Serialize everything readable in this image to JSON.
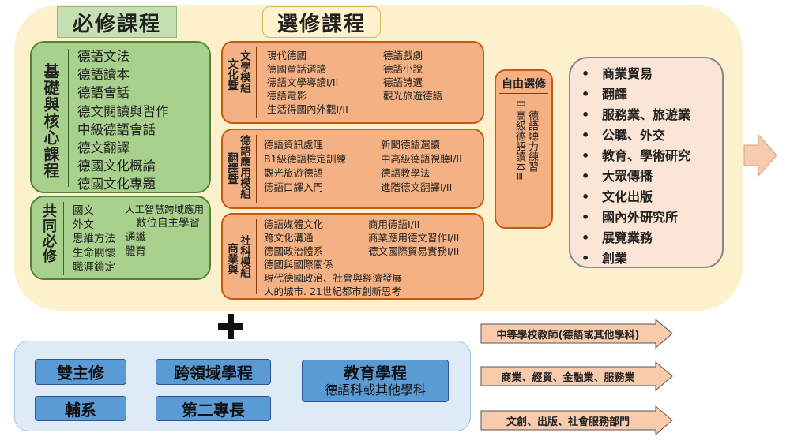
{
  "headers": {
    "required": "必修課程",
    "elective": "選修課程"
  },
  "required": {
    "core_title": "基礎與核心課程",
    "core_courses": [
      "德語文法",
      "德語讀本",
      "德語會話",
      "德文閱讀與習作",
      "中級德語會話",
      "德文翻譯",
      "德國文化概論",
      "德國文化專題"
    ],
    "common_title": "共同必修",
    "common_courses": [
      "國文",
      "人工智慧跨域應用",
      "外文",
      "數位自主學習",
      "思維方法",
      "通識",
      "生命關懷",
      "體育",
      "職涯鎖定"
    ]
  },
  "modules": {
    "literature": {
      "title_line1": "文學模組",
      "title_line2": "文化暨",
      "courses_left": [
        "現代德國",
        "德國童話選讀",
        "德語文學導讀I/II",
        "德語電影",
        "生活得國內外觀I/II"
      ],
      "courses_right": [
        "德語戲劇",
        "德語小說",
        "德語詩選",
        "觀光旅遊德語"
      ]
    },
    "translation": {
      "title_line1": "德語應用模組",
      "title_line2": "翻譯暨",
      "courses_left": [
        "德語資訊處理",
        "B1級德語檢定訓練",
        "觀光旅遊德語",
        "德語口譯入門"
      ],
      "courses_right": [
        "新聞德語選讀",
        "中高級德語視聽I/II",
        "德語教學法",
        "進階德文翻譯I/II"
      ]
    },
    "business": {
      "title_line1": "社科模組",
      "title_line2": "商業與",
      "courses_left": [
        "德語媒體文化",
        "跨文化溝通",
        "德國政治體系",
        "德國與國際關係",
        "現代德國政治、社會與經濟發展",
        "人的城市. 21世紀都市創新思考"
      ],
      "courses_right": [
        "商用德語I/II",
        "商業應用德文習作I/II",
        "德文國際貿易實務I/II"
      ]
    }
  },
  "free_elective": {
    "title": "自由選修",
    "col1": "德語聽力練習",
    "col2": "高級德語讀本≡",
    "col3": "中"
  },
  "careers": {
    "bullet": "•",
    "items": [
      "商業貿易",
      "翻譯",
      "服務業、旅遊業",
      "公職、外交",
      "教育、學術研究",
      "大眾傳播",
      "文化出版",
      "國內外研究所",
      "展覽業務",
      "創業"
    ]
  },
  "programs": {
    "double_major": "雙主修",
    "minor": "輔系",
    "cross_domain": "跨領域學程",
    "second_specialty": "第二專長",
    "education_title": "教育學程",
    "education_sub": "德語科或其他學科"
  },
  "outcomes": [
    "中等學校教師(德語或其他學科)",
    "商業、經貿、金融業、服務業",
    "文創、出版、社會服務部門"
  ],
  "colors": {
    "panel": "#fdf0cd",
    "green": "#a9d18e",
    "orange": "#f4b183",
    "blue": "#5b9bd5",
    "arrow": "#f8cbad"
  }
}
